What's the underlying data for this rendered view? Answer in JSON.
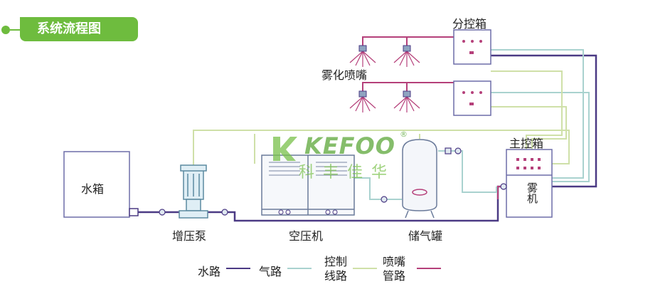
{
  "header": {
    "title": "系统流程图"
  },
  "watermark": {
    "brand": "KEFOO",
    "brand_cn": "科丰佳华",
    "registered": "®"
  },
  "components": {
    "water_tank": "水箱",
    "booster_pump": "增压泵",
    "air_compressor": "空压机",
    "air_tank": "储气罐",
    "main_control_box": "主控箱",
    "sub_control_box": "分控箱",
    "fog_nozzle": "雾化喷嘴",
    "fog_machine": "雾机"
  },
  "legend": [
    {
      "label": "水路",
      "color": "#4b3a84"
    },
    {
      "label": "气路",
      "color": "#a9d2cf"
    },
    {
      "label": "控制线路",
      "color": "#cfe0a8"
    },
    {
      "label": "喷嘴管路",
      "color": "#b5407a"
    }
  ],
  "colors": {
    "water": "#4b3a84",
    "air": "#a9d2cf",
    "control": "#cfe0a8",
    "nozzle": "#b5407a",
    "accent": "#6ebc3e"
  }
}
